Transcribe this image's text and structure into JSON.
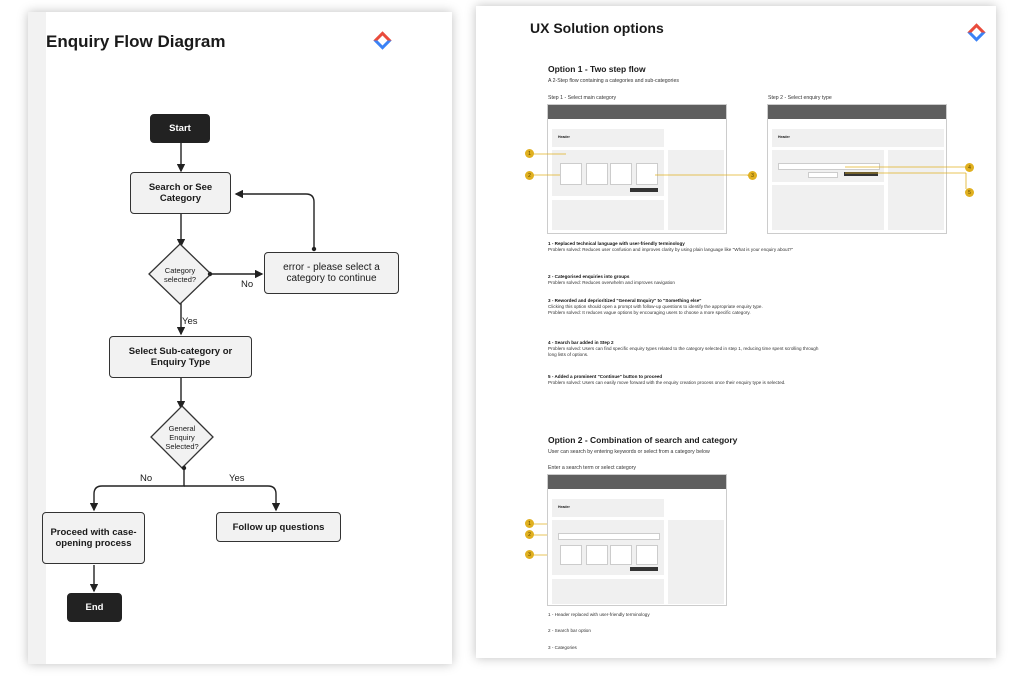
{
  "left_page": {
    "title": "Enquiry Flow Diagram",
    "nodes": {
      "start": "Start",
      "search": "Search or See Category",
      "category_selected": "Category selected?",
      "error": "error - please select a category to continue",
      "subcategory": "Select Sub-category or Enquiry Type",
      "general_selected": "General Enquiry Selected?",
      "proceed": "Proceed with case-opening process",
      "follow_up": "Follow up questions",
      "end": "End"
    },
    "edge_labels": {
      "no_1": "No",
      "yes_1": "Yes",
      "no_2": "No",
      "yes_2": "Yes"
    }
  },
  "right_page": {
    "title": "UX Solution options",
    "option1": {
      "title": "Option 1  - Two step flow",
      "subtitle": "A 2-Step flow containing a categories and sub-categories",
      "step1": "Step 1 - Select main category",
      "step2": "Step 2 - Select enquiry type",
      "mock_header": "Header",
      "mock_header_2": "Header",
      "badges": [
        "1",
        "2",
        "3",
        "4",
        "5"
      ],
      "notes": [
        {
          "head": "1 - Replaced technical language with user-friendly terminology",
          "body": "Problem solved: Reduces user confusion and improves clarity by using plain language like \"What is your enquiry about?\""
        },
        {
          "head": "2 - Categorised enquiries into groups",
          "body": "Problem solved: Reduces overwhelm and improves navigation"
        },
        {
          "head": "3 - Reworded and deprioritized \"General Enquiry\" to \"Something else\"",
          "body": "Clicking this option should open a prompt with follow-up questions to identify the appropriate enquiry type.",
          "body2": "Problem solved: It reduces vague options by encouraging users to choose a more specific category."
        },
        {
          "head": "4 - Search bar added in Step 2",
          "body": "Problem solved: Users can find specific enquiry types related to the category selected in step 1, reducing time spent scrolling through long lists of options."
        },
        {
          "head": "5 - Added a prominent \"Continue\" button to proceed",
          "body": "Problem solved: Users can easily move forward with the enquiry creation process once their enquiry type is selected."
        }
      ]
    },
    "option2": {
      "title": "Option 2 - Combination of search and category",
      "subtitle": "User can search by entering keywords or select from a category below",
      "prompt": "Enter a search term or select category",
      "mock_header": "Header",
      "badges": [
        "1",
        "2",
        "3"
      ],
      "notes": [
        "1 - Header replaced with user-friendly terminology",
        "2 - Search bar option",
        "3 - Categories"
      ]
    }
  },
  "colors": {
    "badge": "#e0b020",
    "dark_node": "#222222",
    "node_fill": "#f2f2f2"
  }
}
